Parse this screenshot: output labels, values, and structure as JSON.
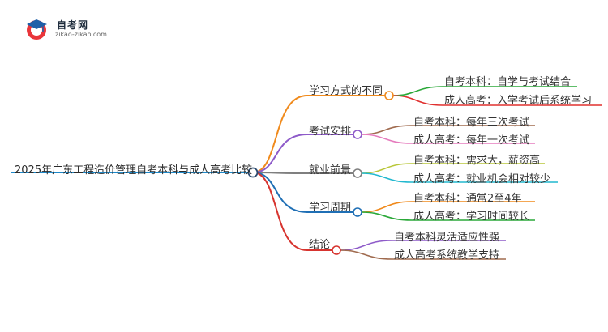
{
  "logo": {
    "name": "自考网",
    "domain": "zikao-zikao.com"
  },
  "root": {
    "label": "2025年广东工程造价管理自考本科与成人高考比较",
    "color": "#1e88c8"
  },
  "branches": [
    {
      "label": "学习方式的不同",
      "color": "#f08a1c",
      "children": [
        {
          "label": "自考本科：自学与考试结合",
          "color": "#2aa838"
        },
        {
          "label": "成人高考：入学考试后系统学习",
          "color": "#e0302f"
        }
      ]
    },
    {
      "label": "考试安排",
      "color": "#8e5bc9",
      "children": [
        {
          "label": "自考本科：每年三次考试",
          "color": "#a06b4f"
        },
        {
          "label": "成人高考：每年一次考试",
          "color": "#e57bbd"
        }
      ]
    },
    {
      "label": "就业前景",
      "color": "#7f7f7f",
      "children": [
        {
          "label": "自考本科：需求大，薪资高",
          "color": "#b9c73a"
        },
        {
          "label": "成人高考：就业机会相对较少",
          "color": "#22b8cf"
        }
      ]
    },
    {
      "label": "学习周期",
      "color": "#1f6fb5",
      "children": [
        {
          "label": "自考本科：通常2至4年",
          "color": "#f08a1c"
        },
        {
          "label": "成人高考：学习时间较长",
          "color": "#2aa838"
        }
      ]
    },
    {
      "label": "结论",
      "color": "#d7342f",
      "children": [
        {
          "label": "自考本科灵活适应性强",
          "color": "#8e5bc9"
        },
        {
          "label": "成人高考系统教学支持",
          "color": "#a06b4f"
        }
      ]
    }
  ]
}
